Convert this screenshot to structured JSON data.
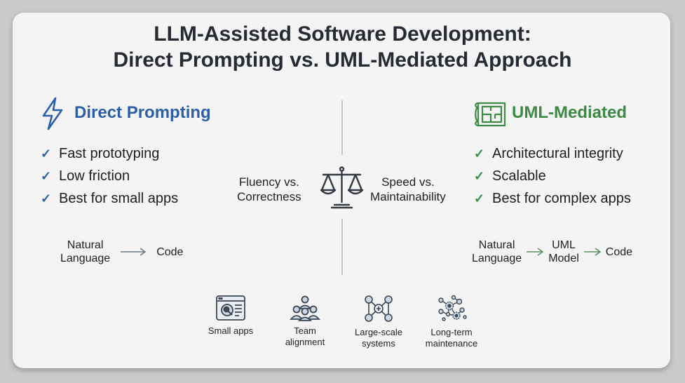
{
  "title_line1": "LLM-Assisted Software Development:",
  "title_line2": "Direct Prompting vs. UML-Mediated Approach",
  "left": {
    "heading": "Direct Prompting",
    "color": "#2b5fa8",
    "icon": "lightning-bolt-icon",
    "items": [
      "Fast prototyping",
      "Low friction",
      "Best for small apps"
    ],
    "flow": [
      "Natural\nLanguage",
      "Code"
    ]
  },
  "right": {
    "heading": "UML-Mediated",
    "color": "#3d8a45",
    "icon": "blueprint-icon",
    "items": [
      "Architectural integrity",
      "Scalable",
      "Best for complex apps"
    ],
    "flow": [
      "Natural\nLanguage",
      "UML\nModel",
      "Code"
    ]
  },
  "center": {
    "icon": "balance-scale-icon",
    "left_label": "Fluency vs.\nCorrectness",
    "right_label": "Speed vs.\nMaintainability"
  },
  "use_cases": [
    {
      "label": "Small apps",
      "icon": "small-app-window-icon"
    },
    {
      "label": "Team\nalignment",
      "icon": "team-icon"
    },
    {
      "label": "Large-scale\nsystems",
      "icon": "network-nodes-icon"
    },
    {
      "label": "Long-term\nmaintenance",
      "icon": "gears-cluster-icon"
    }
  ]
}
